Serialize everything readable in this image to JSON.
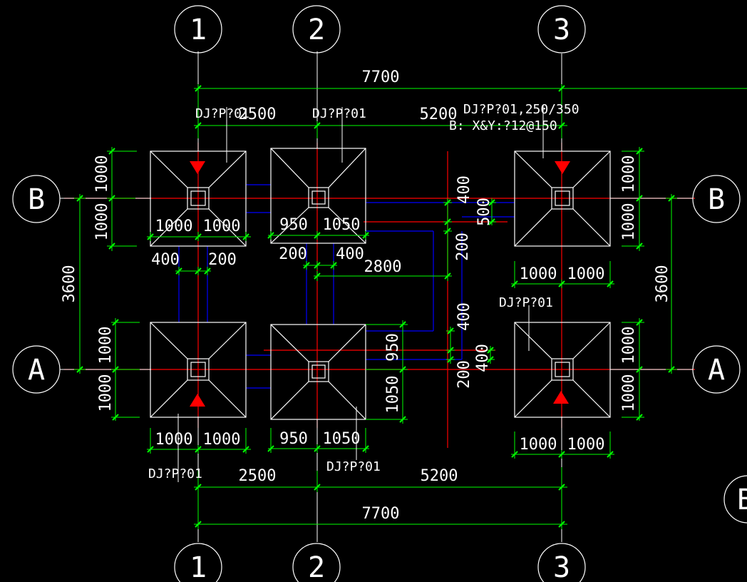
{
  "colors": {
    "background": "#000000",
    "footing": "#ffffff",
    "axis": "#ff0000",
    "dimension": "#00ff00",
    "beam": "#0000ff",
    "marker": "#ff0000",
    "text": "#ffffff"
  },
  "grid": {
    "col_1": "1",
    "col_2": "2",
    "col_3": "3",
    "row_a": "A",
    "row_b": "B",
    "edge_partial": "B"
  },
  "top_dims": {
    "overall": "7700",
    "span_12": "2500",
    "span_23": "5200"
  },
  "bottom_dims": {
    "overall": "7700",
    "span_12": "2500",
    "span_23": "5200"
  },
  "side_dims": {
    "left": "3600",
    "right": "3600"
  },
  "labels": {
    "b1_tag": "DJ?P?01",
    "b2_tag": "DJ?P?01",
    "b3_tag": "DJ?P?01,250/350",
    "b3_rebar": "B: X&Y:?12@150",
    "a1_tag": "DJ?P?01",
    "a2_tag": "DJ?P?01",
    "a3_tag": "DJ?P?01"
  },
  "footing_dims": {
    "b1_left": "1000",
    "b1_right": "1000",
    "b1_up": "1000",
    "b1_down": "1000",
    "b1_off_l": "400",
    "b1_off_r": "200",
    "b2_left": "950",
    "b2_right": "1050",
    "b2_off_l": "200",
    "b2_off_r": "400",
    "mid_2800": "2800",
    "mid_400_top": "400",
    "mid_500": "500",
    "mid_200_top": "200",
    "mid_400_bot": "400",
    "mid_200_bot": "200",
    "mid_400_low": "400",
    "b3_left": "1000",
    "b3_right": "1000",
    "b3_up": "1000",
    "b3_down": "1000",
    "a1_up": "1000",
    "a1_down": "1000",
    "a1_left": "1000",
    "a1_right": "1000",
    "a2_up": "950",
    "a2_down": "1050",
    "a2_left": "950",
    "a2_right": "1050",
    "a3_up": "1000",
    "a3_down": "1000",
    "a3_left": "1000",
    "a3_right": "1000"
  }
}
